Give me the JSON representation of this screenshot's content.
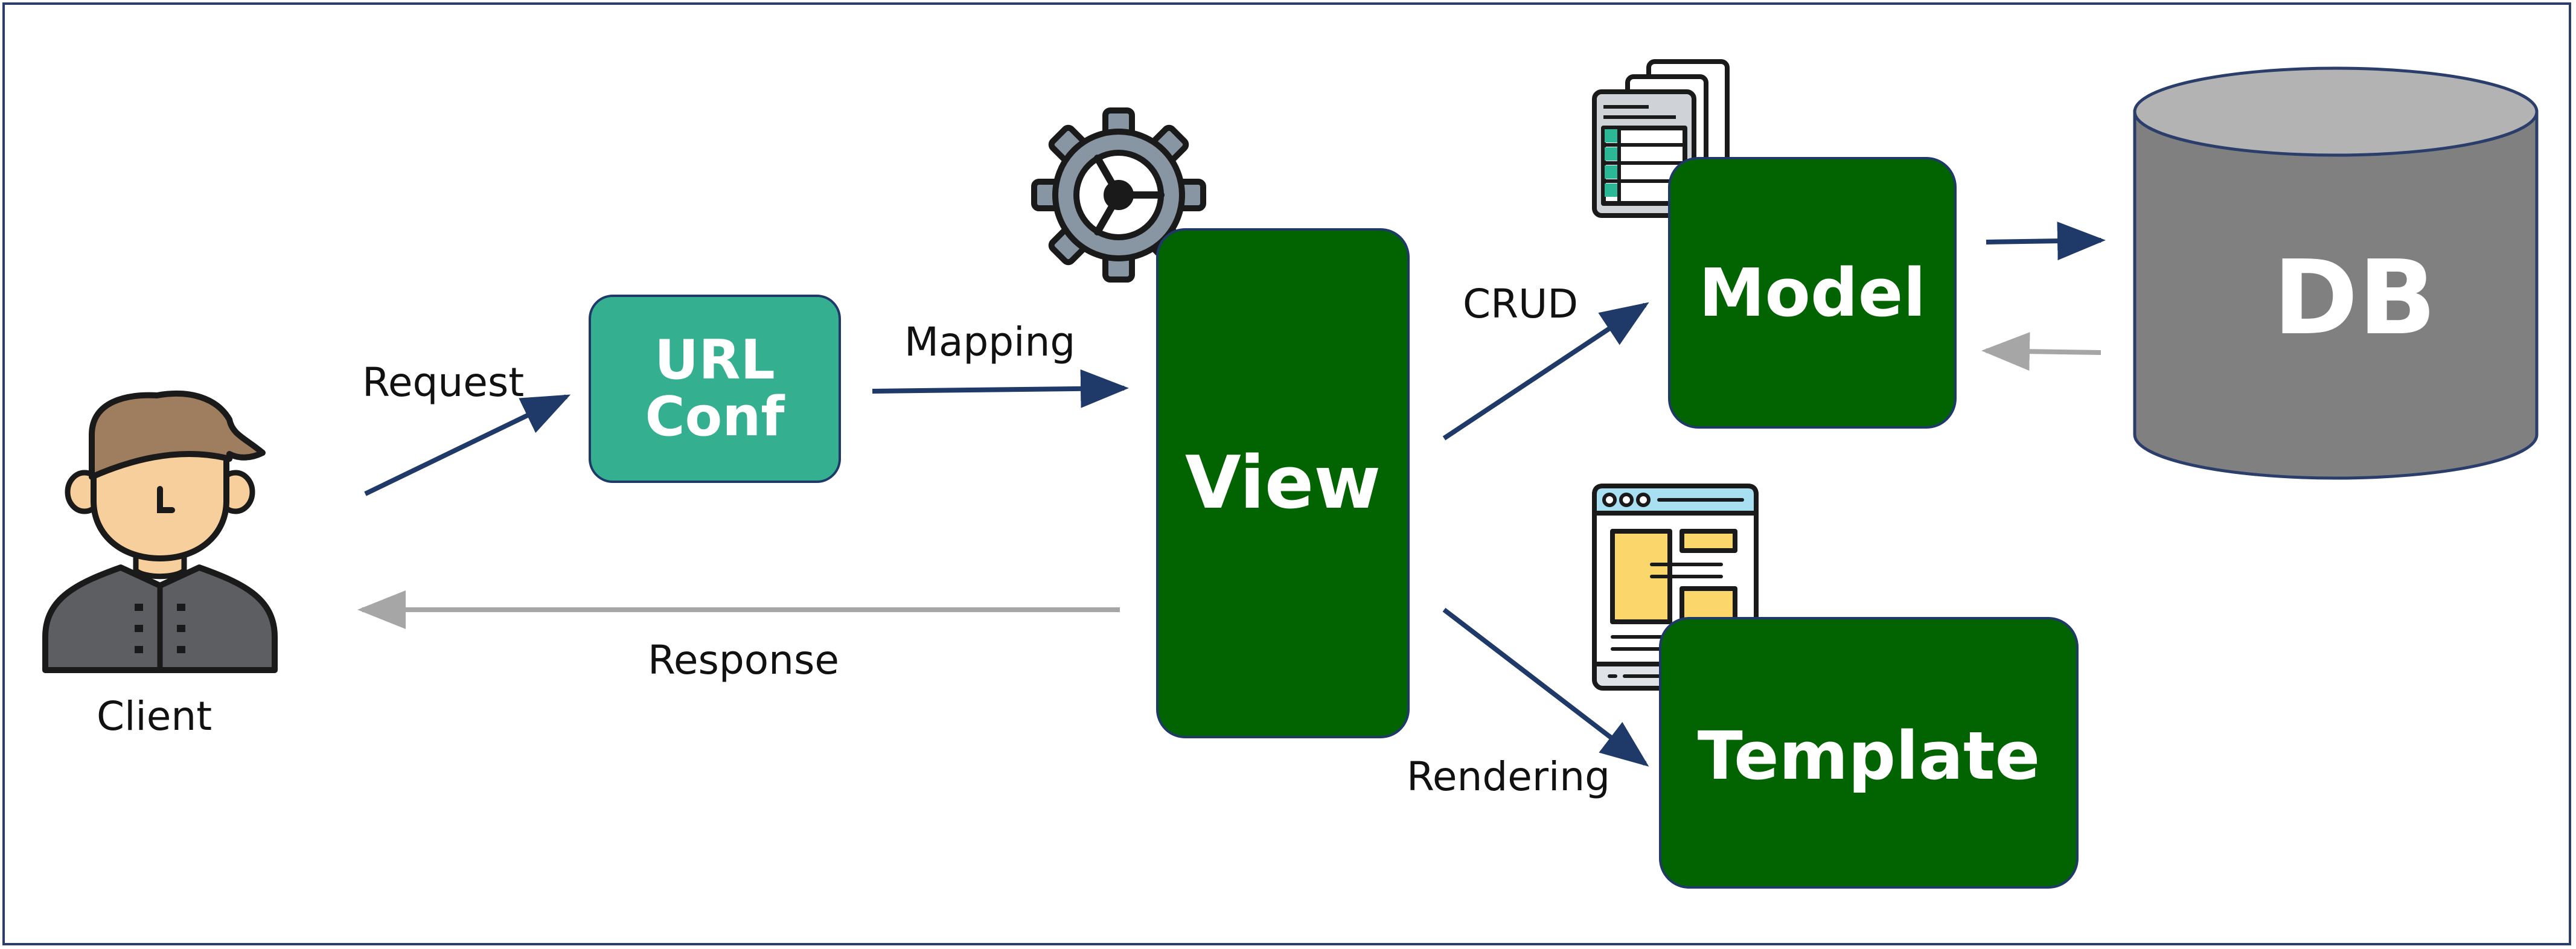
{
  "nodes": {
    "client": "Client",
    "url_conf": "URL\nConf",
    "view": "View",
    "model": "Model",
    "template": "Template",
    "db": "DB"
  },
  "edges": {
    "request": "Request",
    "mapping": "Mapping",
    "response": "Response",
    "crud": "CRUD",
    "rendering": "Rendering"
  },
  "icons": {
    "client": "person-icon",
    "view": "gear-icon",
    "model": "documents-icon",
    "template": "browser-window-icon",
    "db": "database-cylinder"
  },
  "colors": {
    "box_green": "#016400",
    "box_teal": "#34b091",
    "arrow_dark": "#1f3a68",
    "arrow_gray": "#a6a6a6",
    "db_body": "#808080",
    "db_top": "#b3b3b3"
  }
}
